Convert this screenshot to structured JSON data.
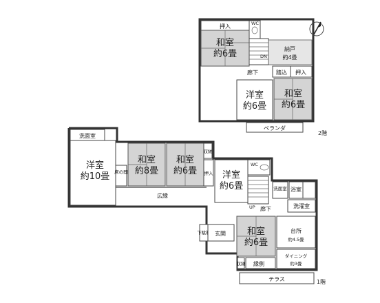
{
  "floor2": {
    "label": "2階",
    "rooms": {
      "oshiire_top": "押入",
      "washitsu_a": "和室",
      "washitsu_a_size": "約6畳",
      "nando": "納戸",
      "nando_size": "約4畳",
      "dn": "DN",
      "rouka": "廊下",
      "fumikomi": "踏込",
      "oshiire_right": "押入",
      "yoshitsu": "洋室",
      "yoshitsu_size": "約6畳",
      "washitsu_b": "和室",
      "washitsu_b_size": "約6畳",
      "veranda": "ベランダ",
      "wc": "WC"
    }
  },
  "floor1": {
    "label": "1階",
    "rooms": {
      "senmen_left": "洗面室",
      "yoshitsu_big": "洋室",
      "yoshitsu_big_size": "約10畳",
      "toko": "床の間",
      "washitsu_8": "和室",
      "washitsu_8_size": "約8畳",
      "washitsu_6": "和室",
      "washitsu_6_size": "約6畳",
      "shuno": "収納",
      "oshiire": "押入",
      "hiroen": "広縁",
      "yoshitsu_6": "洋室",
      "yoshitsu_6_size": "約6畳",
      "wc": "WC",
      "sennyu": "洗面室",
      "yoku": "浴室",
      "sentaku": "洗濯室",
      "up": "UP",
      "rouka": "廊下",
      "shitabako": "下駄箱",
      "genkan": "玄関",
      "washitsu_s": "和室",
      "washitsu_s_size": "約6畳",
      "kitchen": "台所",
      "kitchen_size": "約4.5畳",
      "dining": "ダイニング",
      "dining_size": "約3畳",
      "engawa": "縁側",
      "terrace": "テラス",
      "shuno_small": "収納"
    }
  },
  "compass": {
    "label": "N"
  }
}
